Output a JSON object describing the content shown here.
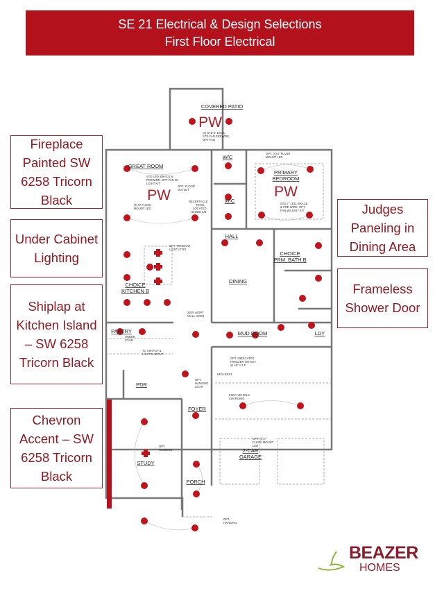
{
  "banner": {
    "title": "SE 21 Electrical & Design Selections",
    "subtitle": "First Floor Electrical"
  },
  "callouts": [
    {
      "text": "Fireplace Painted SW 6258 Tricorn Black"
    },
    {
      "text": "Under Cabinet Lighting"
    },
    {
      "text": "Shiplap at Kitchen Island – SW 6258 Tricorn Black"
    },
    {
      "text": "Chevron Accent – SW 6258 Tricorn Black"
    },
    {
      "text": "Judges Paneling in Dining Area"
    },
    {
      "text": "Frameless Shower Door"
    }
  ],
  "rooms": {
    "patio": "COVERED PATIO",
    "great": "GREAT ROOM",
    "wc": "W/C",
    "primary1": "PRIMARY",
    "primary2": "BEDROOM",
    "wic": "WIC",
    "hall": "HALL",
    "bath1": "CHOICE",
    "bath2": "PRM. BATH B",
    "dining": "DINING",
    "kitchen1": "CHOICE",
    "kitchen2": "KITCHEN B",
    "pantry": "PANTRY",
    "mud": "MUD ROOM",
    "ldy": "LDY",
    "pdr": "PDR",
    "foyer": "FOYER",
    "study": "STUDY",
    "porch": "PORCH",
    "garage1": "2-CAR",
    "garage2": "GARAGE"
  },
  "pw": "PW",
  "notes": {
    "patio": [
      "(2) STD 5\" LED's,",
      "STD FAN PREWIRE,",
      "OPT FAN"
    ],
    "great": [
      "STD LED, BRACE &",
      "PREWIRE. OPT FAN W/",
      "LIGHT KIT"
    ],
    "floor_outlet": [
      "OPT. FLOOR",
      "OUTLET"
    ],
    "flush_great": [
      "(4) 5\" FLUSH",
      "MOUNT LED"
    ],
    "receptacle": [
      "RECEPTACLE",
      "TO BE",
      "LOCATED",
      "INSIDE L/E"
    ],
    "flush_primary": [
      "OPT. (4) 5\" FLUSH",
      "MOUNT LED"
    ],
    "primary": [
      "STD 7\" LED, BRACE",
      "& PRE WIRE. OPT",
      "FAN W/LIGHT KIT"
    ],
    "pendant": [
      "OPT. PENDANT",
      "LIGHT (TYP)"
    ],
    "oven": [
      "220V w/OPT",
      "WALL OVEN"
    ],
    "under_stair": [
      "UNDER",
      "STAIR"
    ],
    "switch": [
      "TO SWITCH &",
      "LIGHTS ABOVE"
    ],
    "freezer": [
      "OPT. DEDICATED",
      "FREEZER OUTLET",
      "@ 45\" A.F.F."
    ],
    "hanging_light": [
      "OPT.",
      "HANGING",
      "LIGHT"
    ],
    "ev": [
      "ELEC.VEHICLE",
      "CHARGING"
    ],
    "keyless": [
      "KEYLESS1"
    ],
    "garage_flush": [
      "OPT. (4) 7\"",
      "FLUSH MOUNT",
      "LED"
    ],
    "study_hanging": [
      "OPT.",
      "HANGING"
    ],
    "porch_hanging": [
      "OPT.",
      "HANGING"
    ]
  },
  "logo": {
    "brand": "BEAZER",
    "sub": "HOMES"
  },
  "colors": {
    "accent": "#b3121d",
    "fixture": "#c0141c"
  }
}
